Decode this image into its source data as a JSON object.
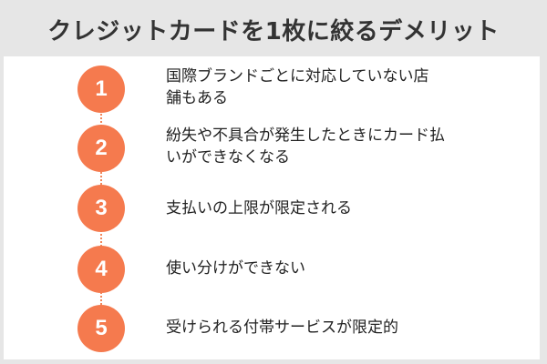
{
  "title": "クレジットカードを1枚に絞るデメリット",
  "accent_color": "#f57a4e",
  "steps": [
    {
      "number": "1",
      "text": "国際ブランドごとに対応していない店舗もある",
      "lines": [
        "国際ブランドごとに対応していない店",
        "舗もある"
      ]
    },
    {
      "number": "2",
      "text": "紛失や不具合が発生したときにカード払いができなくなる",
      "lines": [
        "紛失や不具合が発生したときにカード払",
        "いができなくなる"
      ]
    },
    {
      "number": "3",
      "text": "支払いの上限が限定される",
      "lines": [
        "支払いの上限が限定される"
      ]
    },
    {
      "number": "4",
      "text": "使い分けができない",
      "lines": [
        "使い分けができない"
      ]
    },
    {
      "number": "5",
      "text": "受けられる付帯サービスが限定的",
      "lines": [
        "受けられる付帯サービスが限定的"
      ]
    }
  ]
}
